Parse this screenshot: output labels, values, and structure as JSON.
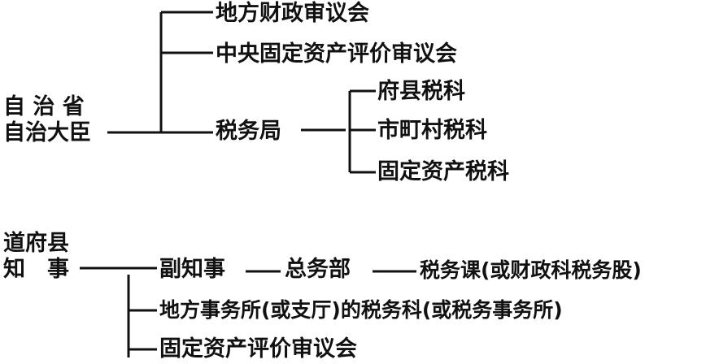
{
  "diagram_title": "",
  "ink_color": "#111111",
  "upper_tree": {
    "root_line1": "自 治 省",
    "root_line2": "自治大臣",
    "branches": [
      "地方财政审议会",
      "中央固定资产评价审议会",
      "税务局"
    ],
    "tax_bureau_children": [
      "府县税科",
      "市町村税科",
      "固定资产税科"
    ]
  },
  "lower_tree": {
    "root_line1": "道府县",
    "root_line2": "知　事",
    "chain": [
      "副知事",
      "总务部",
      "税务课(或财政科税务股)"
    ],
    "branches": [
      "地方事务所(或支厅)的税务科(或税务事务所)",
      "固定资产评价审议会"
    ]
  }
}
